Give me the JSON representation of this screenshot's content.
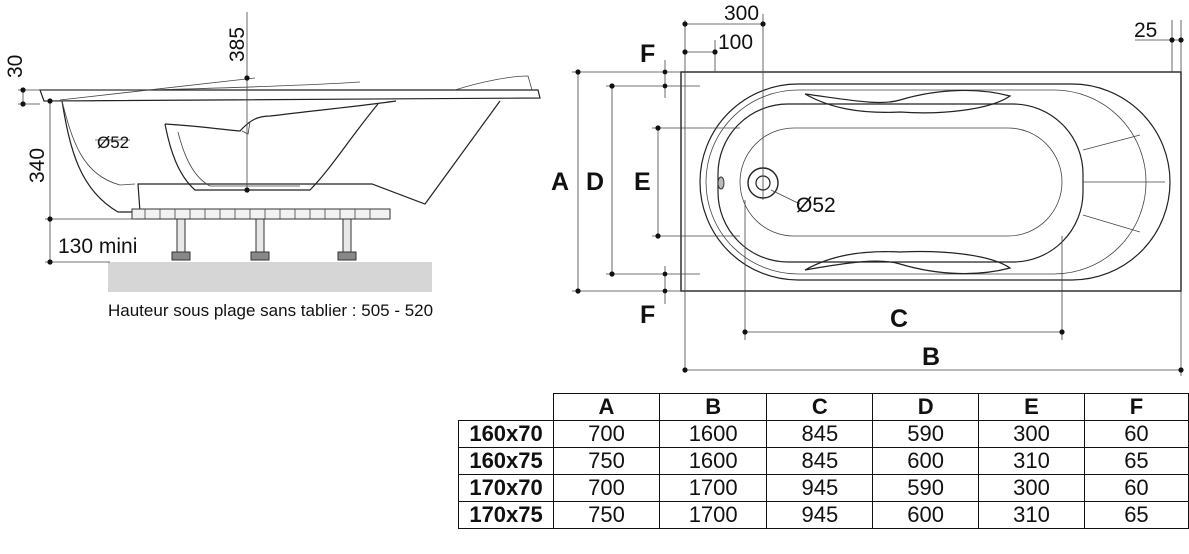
{
  "side_view": {
    "dim_top_lip": "30",
    "dim_drain_height": "385",
    "dim_tub_depth": "340",
    "drain_label": "Ø52",
    "clearance": "130 mini",
    "note": "Hauteur sous plage sans tablier : 505 - 520"
  },
  "top_view": {
    "dim_300": "300",
    "dim_100": "100",
    "dim_25": "25",
    "drain_label": "Ø52",
    "label_A": "A",
    "label_B": "B",
    "label_C": "C",
    "label_D": "D",
    "label_E": "E",
    "label_F_top": "F",
    "label_F_bottom": "F"
  },
  "table": {
    "columns": [
      "A",
      "B",
      "C",
      "D",
      "E",
      "F"
    ],
    "rows": [
      {
        "size": "160x70",
        "values": [
          "700",
          "1600",
          "845",
          "590",
          "300",
          "60"
        ]
      },
      {
        "size": "160x75",
        "values": [
          "750",
          "1600",
          "845",
          "600",
          "310",
          "65"
        ]
      },
      {
        "size": "170x70",
        "values": [
          "700",
          "1700",
          "945",
          "590",
          "300",
          "60"
        ]
      },
      {
        "size": "170x75",
        "values": [
          "750",
          "1700",
          "945",
          "600",
          "310",
          "65"
        ]
      }
    ]
  }
}
